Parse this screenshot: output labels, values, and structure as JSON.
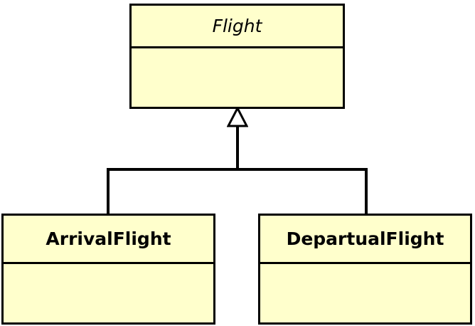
{
  "diagram": {
    "type": "uml-class-diagram",
    "relationship": "generalization",
    "background_color": "#FFFFFF",
    "class_fill_color": "#FFFFCC",
    "line_color": "#000000",
    "superclass": {
      "name": "Flight",
      "stereotype": "abstract",
      "attributes": [],
      "operations": []
    },
    "subclasses": [
      {
        "name": "ArrivalFlight",
        "stereotype": "concrete",
        "attributes": [],
        "operations": []
      },
      {
        "name": "DepartualFlight",
        "stereotype": "concrete",
        "attributes": [],
        "operations": []
      }
    ],
    "edges": [
      {
        "from": "ArrivalFlight",
        "to": "Flight",
        "kind": "generalization",
        "arrowhead": "hollow-triangle"
      },
      {
        "from": "DepartualFlight",
        "to": "Flight",
        "kind": "generalization",
        "arrowhead": "hollow-triangle"
      }
    ]
  }
}
